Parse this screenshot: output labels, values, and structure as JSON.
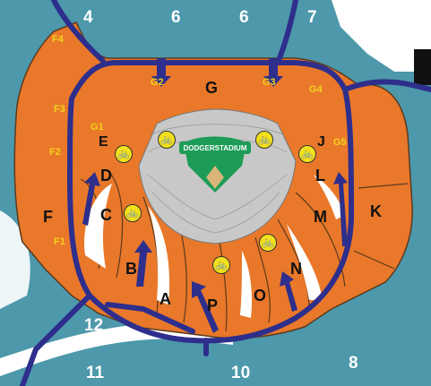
{
  "colors": {
    "lot_fill": "#e9782a",
    "lot_stroke": "#5b3a1e",
    "area_fill": "#4d98ab",
    "road": "#2e2e8c",
    "gate_text": "#f2d21b",
    "field_green": "#1c9c56",
    "seating": "#c8c8c8",
    "bike_badge": "#f2e01b"
  },
  "logo_text": "DODGERSTADIUM",
  "lots": [
    {
      "id": "A",
      "label": "A"
    },
    {
      "id": "B",
      "label": "B"
    },
    {
      "id": "C",
      "label": "C"
    },
    {
      "id": "D",
      "label": "D"
    },
    {
      "id": "E",
      "label": "E"
    },
    {
      "id": "F",
      "label": "F"
    },
    {
      "id": "G",
      "label": "G"
    },
    {
      "id": "J",
      "label": "J"
    },
    {
      "id": "K",
      "label": "K"
    },
    {
      "id": "L",
      "label": "L"
    },
    {
      "id": "M",
      "label": "M"
    },
    {
      "id": "N",
      "label": "N"
    },
    {
      "id": "O",
      "label": "O"
    },
    {
      "id": "P",
      "label": "P"
    }
  ],
  "areas": [
    {
      "id": "4",
      "label": "4"
    },
    {
      "id": "6a",
      "label": "6"
    },
    {
      "id": "6b",
      "label": "6"
    },
    {
      "id": "7",
      "label": "7"
    },
    {
      "id": "8",
      "label": "8"
    },
    {
      "id": "10",
      "label": "10"
    },
    {
      "id": "11",
      "label": "11"
    },
    {
      "id": "12",
      "label": "12"
    }
  ],
  "gates": [
    {
      "id": "F4",
      "label": "F4"
    },
    {
      "id": "F3",
      "label": "F3"
    },
    {
      "id": "F2",
      "label": "F2"
    },
    {
      "id": "F1",
      "label": "F1"
    },
    {
      "id": "G1",
      "label": "G1"
    },
    {
      "id": "G2",
      "label": "G2"
    },
    {
      "id": "G3",
      "label": "G3"
    },
    {
      "id": "G4",
      "label": "G4"
    },
    {
      "id": "G5",
      "label": "G5"
    }
  ],
  "bike_icons": [
    {
      "id": "bike-1"
    },
    {
      "id": "bike-2"
    },
    {
      "id": "bike-3"
    },
    {
      "id": "bike-4"
    },
    {
      "id": "bike-5"
    },
    {
      "id": "bike-6"
    },
    {
      "id": "bike-7"
    },
    {
      "id": "bike-8"
    }
  ],
  "arrows": [
    {
      "id": "arrow-g2"
    },
    {
      "id": "arrow-g3"
    },
    {
      "id": "arrow-d"
    },
    {
      "id": "arrow-b"
    },
    {
      "id": "arrow-p"
    },
    {
      "id": "arrow-n"
    },
    {
      "id": "arrow-l"
    }
  ]
}
